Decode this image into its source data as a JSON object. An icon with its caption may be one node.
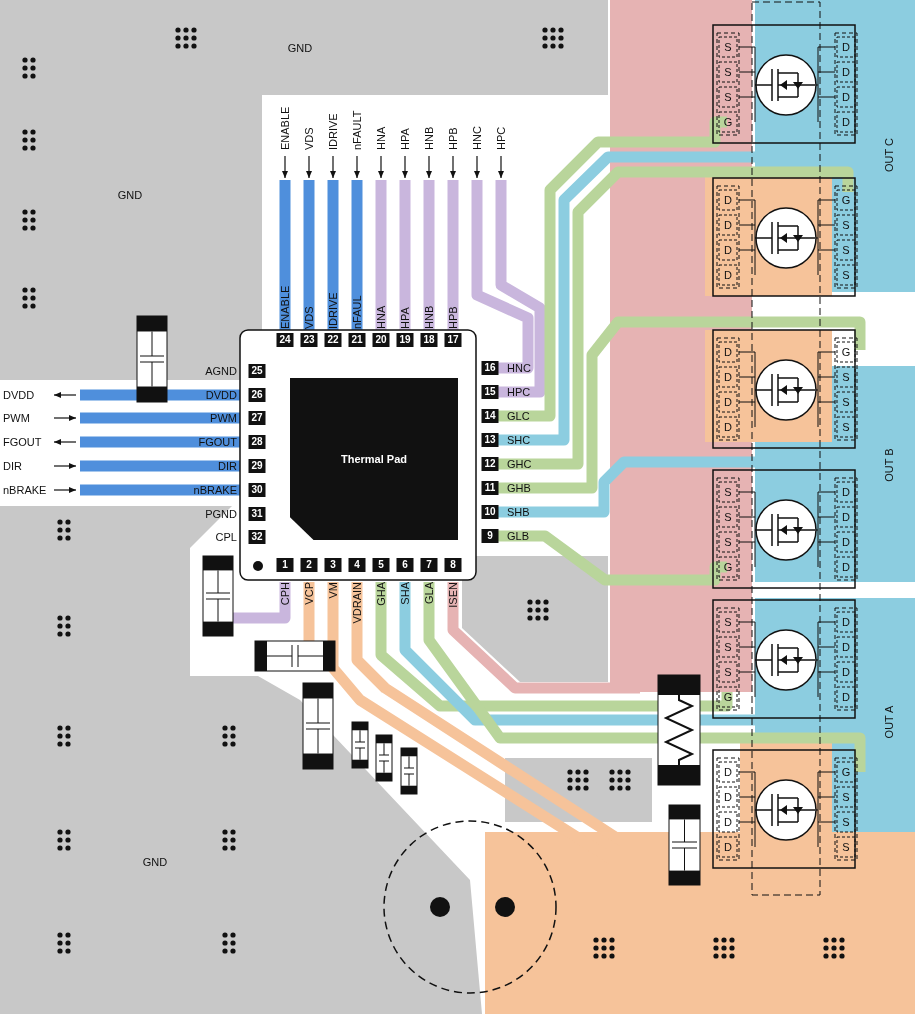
{
  "diagram": {
    "nodes": [
      {
        "text": [
          "Thermal Pad"
        ]
      },
      {
        "text": [],
        "shape": "box"
      }
    ],
    "labels": [
      "GND",
      "ENABLE",
      "VDS",
      "IDRIVE",
      "nFAULT",
      "HNA",
      "HPA",
      "HNB",
      "HPB",
      "HNC",
      "HPC",
      "GND",
      "ENABLE",
      "VDS",
      "IDRIVE",
      "nFAUL",
      "HNA",
      "HPA",
      "HNB",
      "HPB",
      "24",
      "23",
      "22",
      "21",
      "20",
      "19",
      "18",
      "17",
      "AGND",
      "25",
      "DVDD",
      "DVDD",
      "26",
      "PWM",
      "PWM",
      "27",
      "FGOUT",
      "FGOUT",
      "28",
      "DIR",
      "DIR",
      "29",
      "nBRAKE",
      "nBRAKE",
      "30",
      "PGND",
      "31",
      "CPL",
      "32",
      "16",
      "HNC",
      "15",
      "HPC",
      "14",
      "GLC",
      "13",
      "SHC",
      "12",
      "GHC",
      "11",
      "GHB",
      "10",
      "SHB",
      "9",
      "GLB",
      "1",
      "2",
      "3",
      "4",
      "5",
      "6",
      "7",
      "8",
      "CPH",
      "VCP",
      "VM",
      "VDRAIN",
      "GHA",
      "SHA",
      "GLA",
      "ISEN",
      "GND",
      "S",
      "S",
      "S",
      "G",
      "D",
      "D",
      "D",
      "D",
      "D",
      "D",
      "D",
      "D",
      "G",
      "S",
      "S",
      "S",
      "D",
      "D",
      "D",
      "D",
      "G",
      "S",
      "S",
      "S",
      "S",
      "S",
      "S",
      "G",
      "D",
      "D",
      "D",
      "D",
      "S",
      "S",
      "S",
      "G",
      "D",
      "D",
      "D",
      "D",
      "D",
      "D",
      "D",
      "D",
      "G",
      "S",
      "S",
      "S",
      "OUT C",
      "OUT B",
      "OUT A"
    ]
  }
}
